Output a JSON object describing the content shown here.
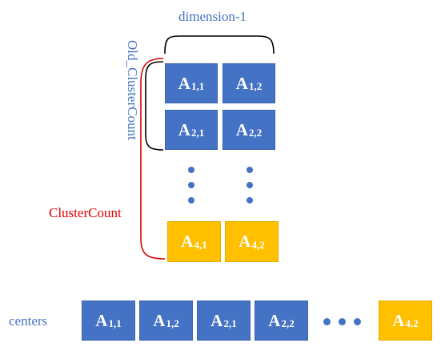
{
  "labels": {
    "dimension": "dimension-1",
    "old_cluster_count": "Old_ClusterCount",
    "cluster_count": "ClusterCount",
    "centers": "centers"
  },
  "colors": {
    "cell_blue": "#4472c4",
    "cell_orange": "#ffc000",
    "label_blue": "#4472c4",
    "label_red": "#e00000"
  },
  "matrix": {
    "rows": [
      [
        {
          "letter": "A",
          "index": "1,1"
        },
        {
          "letter": "A",
          "index": "1,2"
        }
      ],
      [
        {
          "letter": "A",
          "index": "2,1"
        },
        {
          "letter": "A",
          "index": "2,2"
        }
      ],
      [
        {
          "letter": "A",
          "index": "4,1"
        },
        {
          "letter": "A",
          "index": "4,2"
        }
      ]
    ]
  },
  "centers": [
    {
      "letter": "A",
      "index": "1,1"
    },
    {
      "letter": "A",
      "index": "1,2"
    },
    {
      "letter": "A",
      "index": "2,1"
    },
    {
      "letter": "A",
      "index": "2,2"
    },
    {
      "letter": "A",
      "index": "4,2"
    }
  ]
}
